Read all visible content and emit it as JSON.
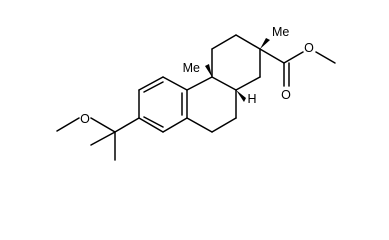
{
  "molecule": {
    "atom_labels": {
      "methoxy_carbon": "",
      "methoxy_oxygen": "O",
      "ring_methyl_a": "Me",
      "ring_methyl_b": "Me",
      "stereo_hydrogen": "H",
      "ester_oxygen_single": "O",
      "ester_oxygen_double": "O"
    },
    "colors": {
      "bonds": "#000000",
      "labels": "#000000",
      "background": "#ffffff"
    }
  }
}
